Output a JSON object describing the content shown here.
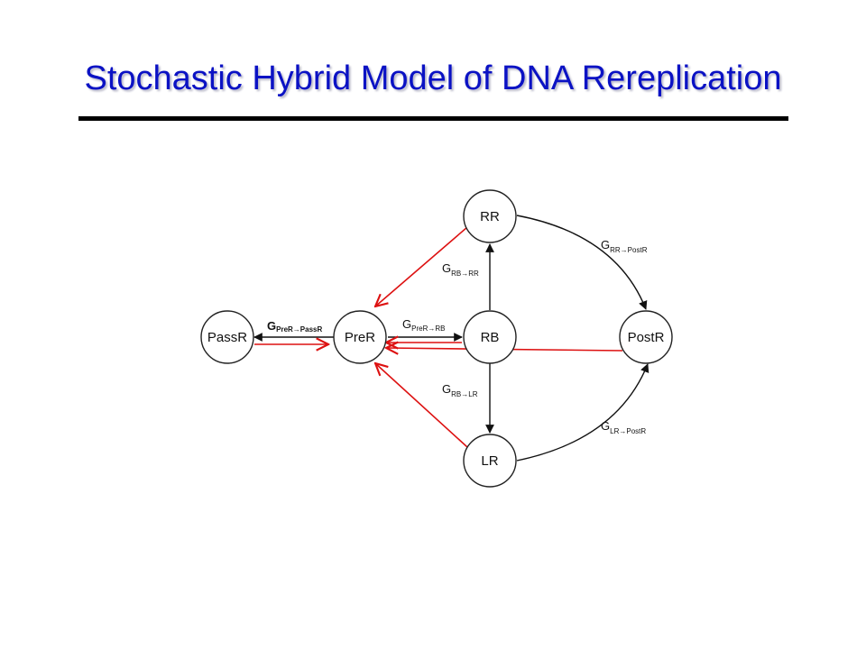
{
  "title": "Stochastic Hybrid Model of DNA Rereplication",
  "colors": {
    "title": "#0b12c4",
    "black_edge": "#111111",
    "red_edge": "#dd1111"
  },
  "nodes": {
    "passr": "PassR",
    "prer": "PreR",
    "rb": "RB",
    "rr": "RR",
    "lr": "LR",
    "postr": "PostR"
  },
  "edge_labels": {
    "prer_passr": {
      "main": "G",
      "sub": "PreR→PassR"
    },
    "prer_rb": {
      "main": "G",
      "sub": "PreR→RB"
    },
    "rb_rr": {
      "main": "G",
      "sub": "RB→RR"
    },
    "rb_lr": {
      "main": "G",
      "sub": "RB→LR"
    },
    "rr_postr": {
      "main": "G",
      "sub": "RR→PostR"
    },
    "lr_postr": {
      "main": "G",
      "sub": "LR→PostR"
    }
  }
}
